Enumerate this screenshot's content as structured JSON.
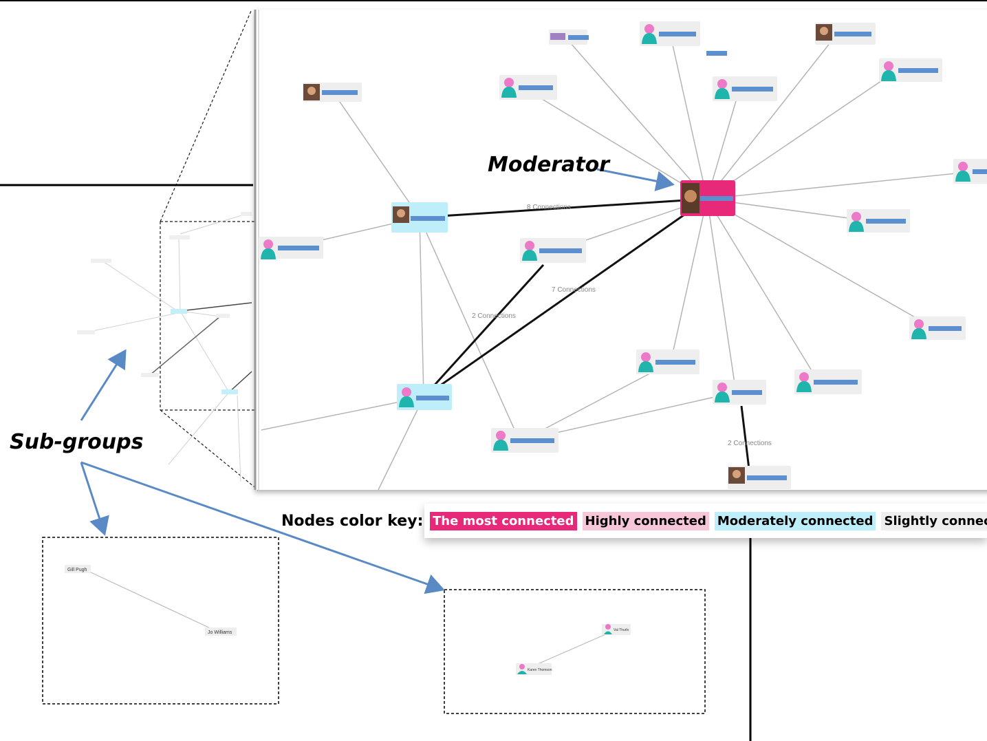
{
  "annotations": {
    "moderator": "Moderator",
    "subgroups": "Sub-groups"
  },
  "legend": {
    "title": "Nodes color key:",
    "items": [
      {
        "label": "The most connected",
        "color": "#e8297a",
        "text_color": "#ffffff"
      },
      {
        "label": "Highly connected",
        "color": "#f7c6d9",
        "text_color": "#000000"
      },
      {
        "label": "Moderately connected",
        "color": "#bdeefa",
        "text_color": "#000000"
      },
      {
        "label": "Slightly connected",
        "color": "#eeeeee",
        "text_color": "#000000"
      }
    ]
  },
  "edge_labels": {
    "moderator_to_hub": "8 Connections",
    "moderator_to_lower_hub": "7 Connections",
    "hub_to_lower": "2 Connections",
    "bottom_right": "2 Connections"
  },
  "subgroup_nodes": {
    "group1": [
      "Gill Pugh",
      "Jo Williams"
    ],
    "group2": [
      "Val Thurlo",
      "Karen Thomson"
    ]
  },
  "colors": {
    "redaction": "#5b8fd0",
    "arrow": "#5a8ac6",
    "edge_light": "#b4b4b4",
    "edge_dark": "#111111"
  }
}
